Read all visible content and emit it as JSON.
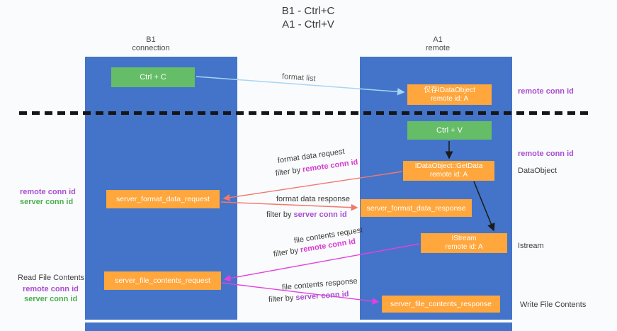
{
  "title": {
    "line1": "B1 - Ctrl+C",
    "line2": "A1 - Ctrl+V"
  },
  "lanes": {
    "left": {
      "name": "B1",
      "role": "connection"
    },
    "right": {
      "name": "A1",
      "role": "remote"
    }
  },
  "boxes": {
    "ctrl_c": {
      "label": "Ctrl + C"
    },
    "ctrl_v": {
      "label": "Ctrl + V"
    },
    "idataobject": {
      "line1": "仅存IDataObject",
      "line2": "remote id: A"
    },
    "getdata": {
      "line1": "IDataObject::GetData",
      "line2": "remote id: A"
    },
    "istream": {
      "line1": "IStream",
      "line2": "remote id: A"
    },
    "format_request": {
      "label": "server_format_data_request"
    },
    "format_response": {
      "label": "server_format_data_response"
    },
    "file_request": {
      "label": "server_file_contents_request"
    },
    "file_response": {
      "label": "server_file_contents_response"
    }
  },
  "flow_labels": {
    "format_list": "format list",
    "format_data_request": "format data request",
    "format_data_response": "format data response",
    "file_contents_request": "file contents request",
    "file_contents_response": "file contents response"
  },
  "terms": {
    "filter_by": "filter by ",
    "remote_conn_id": "remote conn id",
    "server_conn_id": "server conn id"
  },
  "side_labels": {
    "dataobject": "DataObject",
    "istream": "Istream",
    "read_file_contents": "Read File Contents",
    "write_file_contents": "Write File Contents"
  },
  "colors": {
    "lane_blue": "#4374c9",
    "box_green": "#65bd68",
    "box_orange": "#ffa63c",
    "purple_text": "#a94fd0",
    "green_text": "#4cae4f",
    "magenta_text": "#d93ad1",
    "arrow_salmon": "#f4776e",
    "arrow_magenta": "#e341dd",
    "arrow_light_blue": "#a8d5f2",
    "arrow_black": "#1c1c1c"
  }
}
